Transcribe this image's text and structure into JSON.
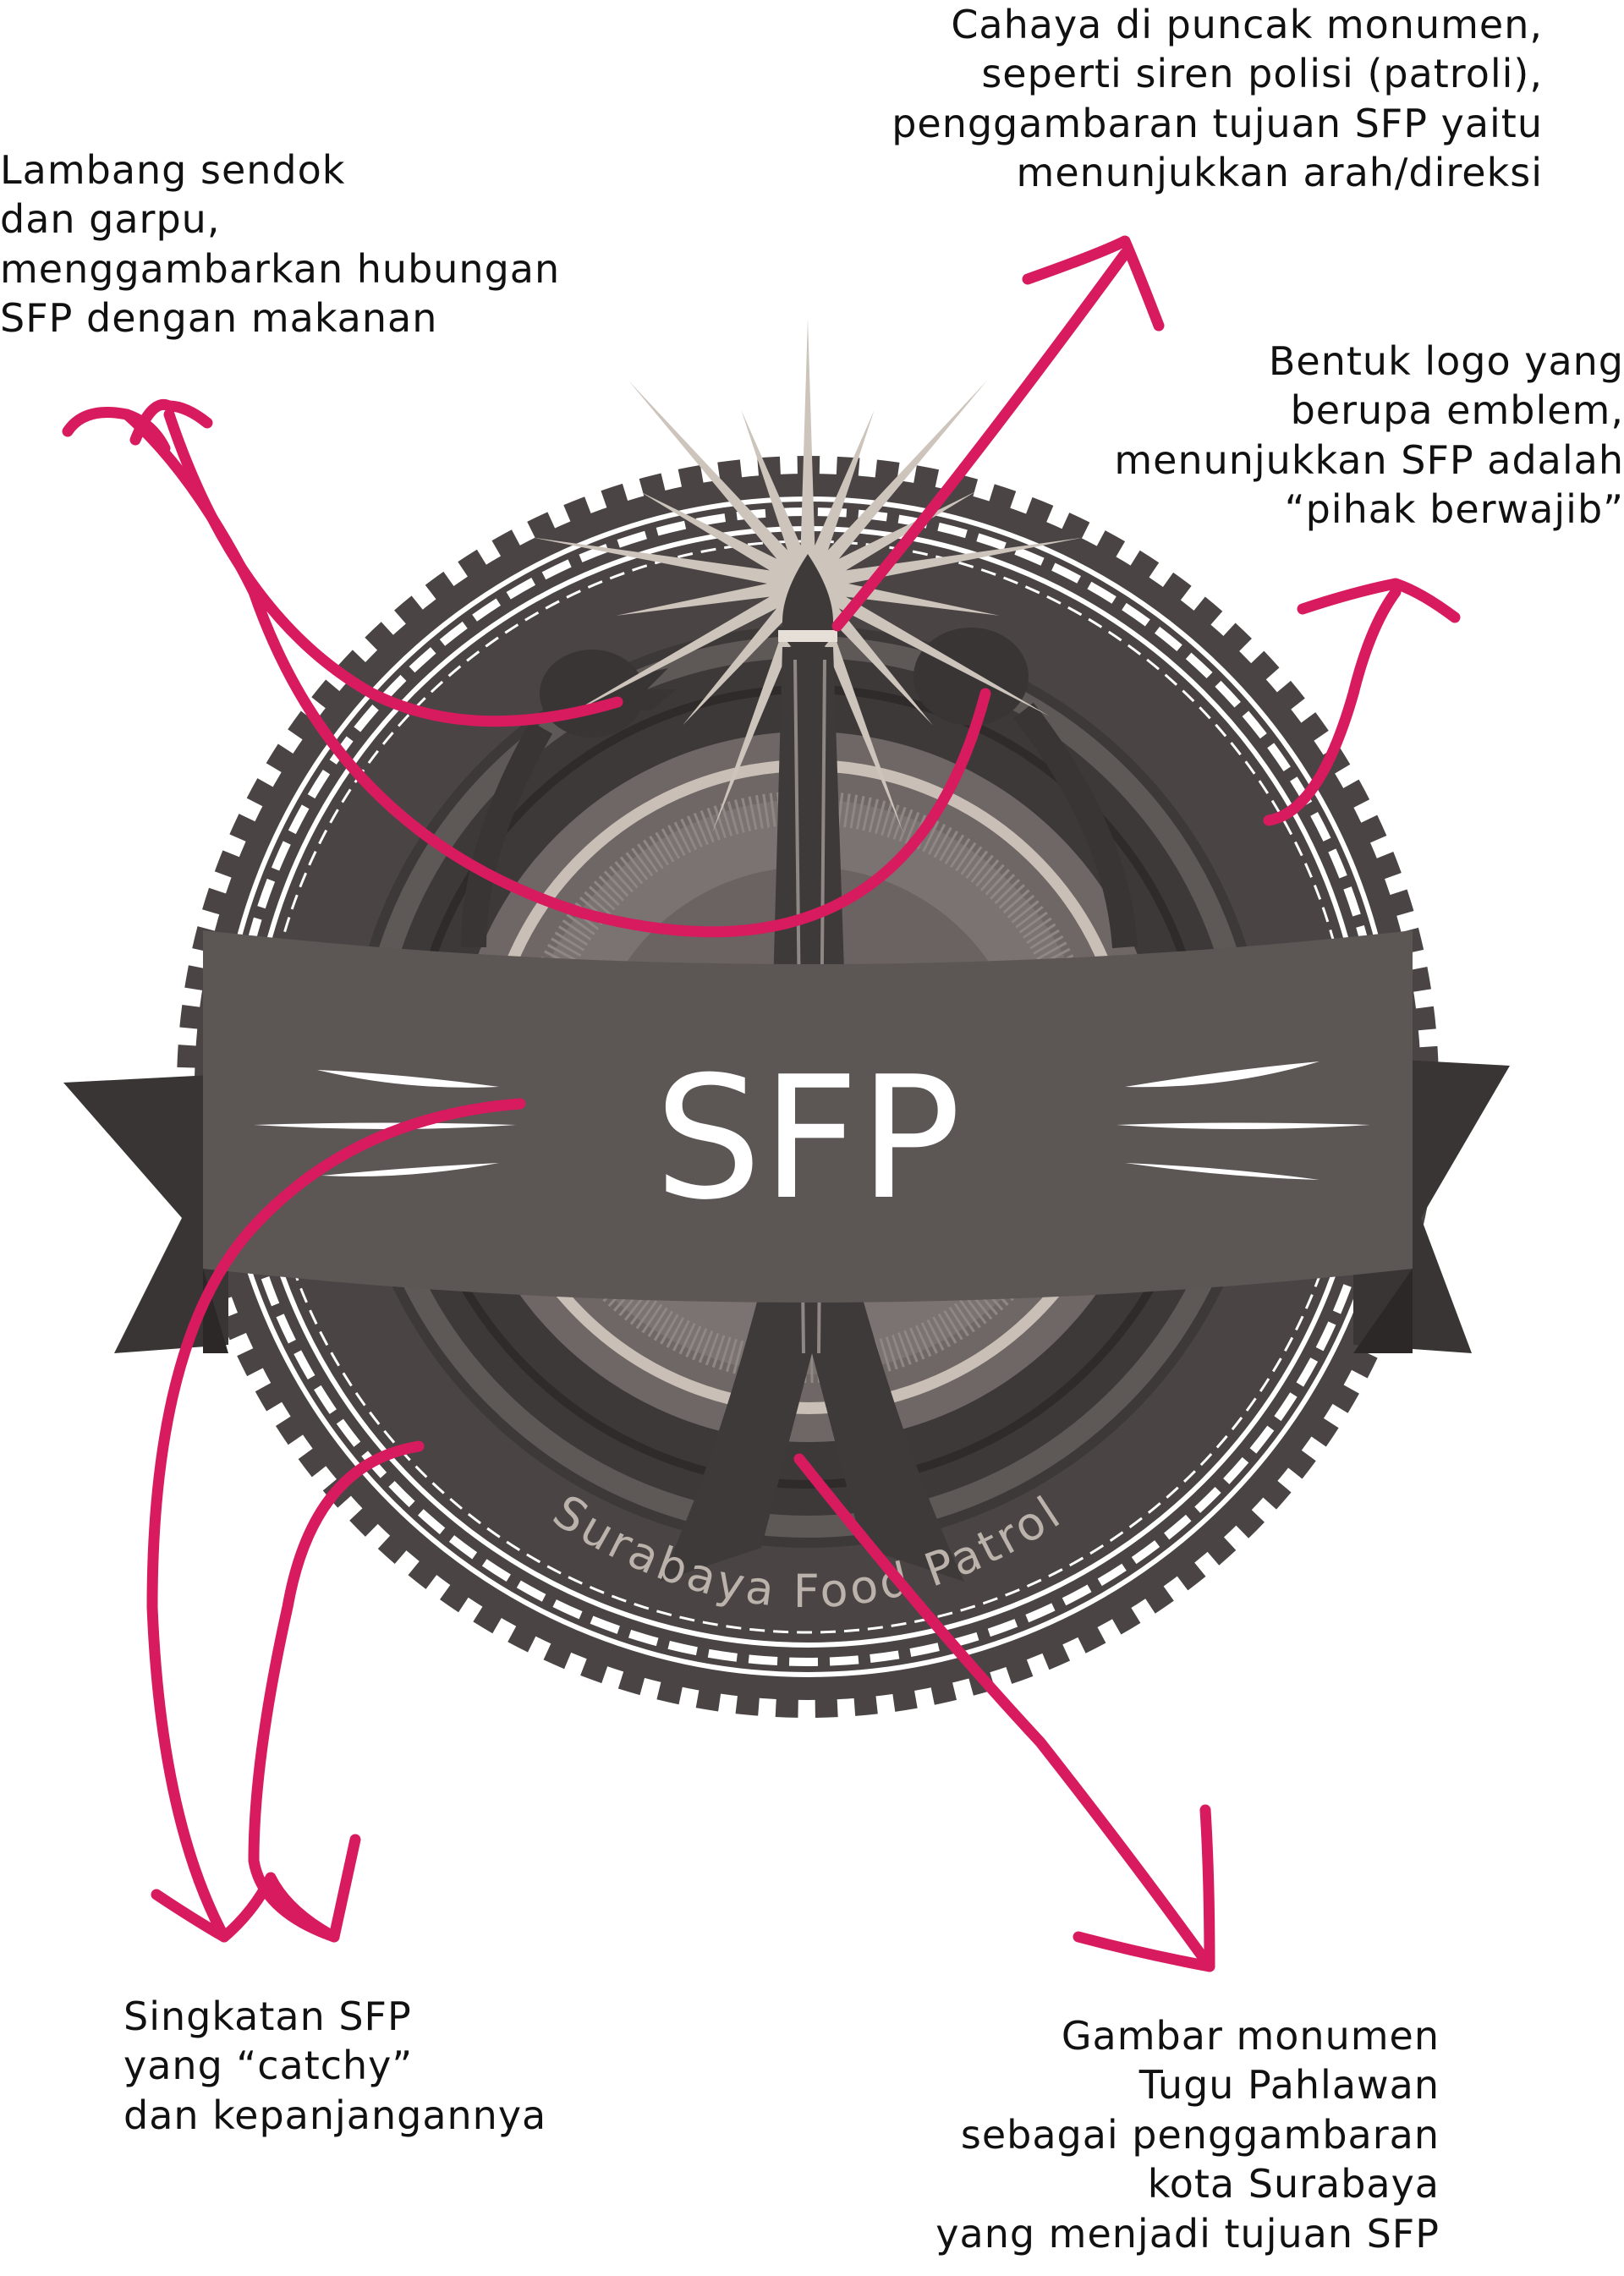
{
  "logo": {
    "abbreviation": "SFP",
    "full_name": "Surabaya Food Patrol"
  },
  "annotations": {
    "spoon_fork": [
      "Lambang sendok",
      "dan garpu,",
      "menggambarkan hubungan",
      "SFP dengan makanan"
    ],
    "monument_light": [
      "Cahaya di puncak monumen,",
      "seperti siren polisi (patroli),",
      "penggambaran tujuan SFP yaitu",
      "menunjukkan arah/direksi"
    ],
    "emblem_shape": [
      "Bentuk logo yang",
      "berupa emblem,",
      "menunjukkan SFP adalah",
      "“pihak berwajib”"
    ],
    "abbreviation": [
      "Singkatan SFP",
      "yang “catchy”",
      "dan kepanjangannya"
    ],
    "monument_image": [
      "Gambar monumen",
      "Tugu Pahlawan",
      "sebagai penggambaran",
      "kota Surabaya",
      "yang menjadi tujuan SFP"
    ]
  },
  "colors": {
    "arrow": "#d81b5e",
    "emblem_dark": "#4a4444",
    "emblem_mid": "#6e6765",
    "emblem_light": "#c9bfb6",
    "ribbon": "#5c5654",
    "ribbon_tail": "#3a3535",
    "starburst": "#cdc4bc",
    "border_white": "#ffffff"
  }
}
